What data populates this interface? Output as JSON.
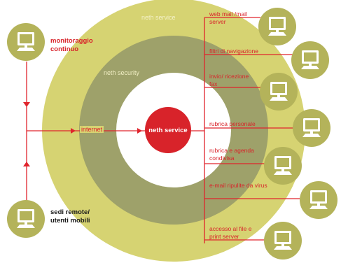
{
  "colors": {
    "outer_ring": "#d6d372",
    "middle_ring": "#9ea16a",
    "inner_white": "#ffffff",
    "core": "#d8232a",
    "line": "#e0242c",
    "icon_circle": "#b4b35a",
    "ring_label": "#f4f1c8",
    "label_red": "#d8232a",
    "label_dark": "#1a1a1a"
  },
  "diagram": {
    "outer_ring_label": "neth service",
    "middle_ring_label": "neth security",
    "core_label": "neth service",
    "internet_label": "internet",
    "left_nodes": [
      {
        "label": "monitoraggio continuo",
        "icon": "computer-monitor-icon"
      },
      {
        "label": "sedi remote/ utenti mobili",
        "icon": "computer-monitor-icon"
      }
    ],
    "services": [
      {
        "label": "web mail /mail server",
        "icon": "computer-monitor-icon"
      },
      {
        "label": "filtri di navigazione",
        "icon": "computer-monitor-icon"
      },
      {
        "label": "invio/ ricezione fax",
        "icon": "computer-monitor-icon"
      },
      {
        "label": "rubrica personale",
        "icon": "computer-monitor-icon"
      },
      {
        "label": "rubrica e agenda condivisa",
        "icon": "computer-monitor-icon"
      },
      {
        "label": "e-mail ripulite da virus",
        "icon": "computer-monitor-icon"
      },
      {
        "label": "accesso al file e print server",
        "icon": "computer-monitor-icon"
      }
    ]
  }
}
